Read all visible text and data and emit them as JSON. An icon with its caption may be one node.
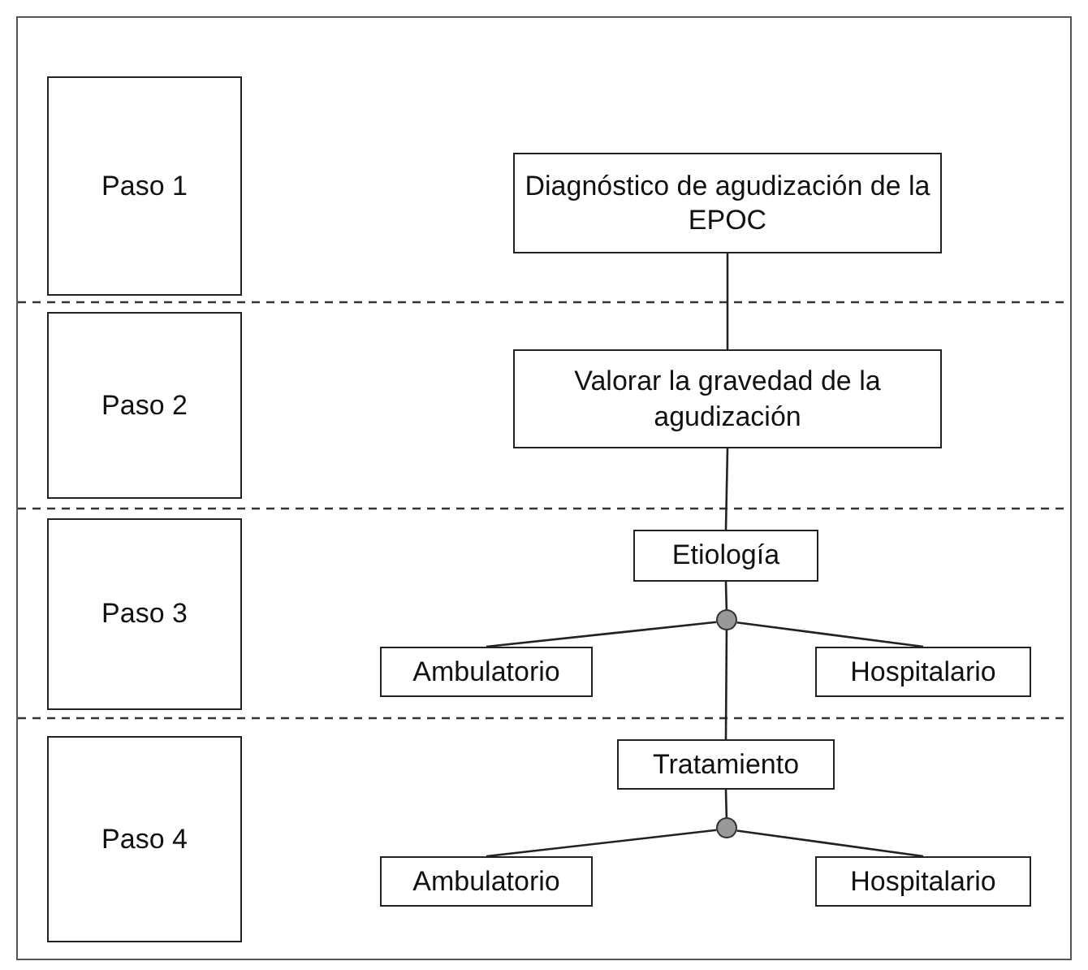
{
  "diagram": {
    "nodes": [
      {
        "text": [
          "Paso 1"
        ]
      },
      {
        "text": [
          "Paso 2"
        ]
      },
      {
        "text": [
          "Paso 3"
        ]
      },
      {
        "text": [
          "Paso 4"
        ]
      },
      {
        "text": [
          "Diagnóstico de agudización de la EPOC"
        ]
      },
      {
        "text": [
          "Valorar la gravedad de la agudización"
        ]
      },
      {
        "text": [
          "Etiología"
        ]
      },
      {
        "text": [],
        "shape": "circle"
      },
      {
        "text": [
          "Ambulatorio"
        ]
      },
      {
        "text": [
          "Hospitalario"
        ]
      },
      {
        "text": [
          "Tratamiento"
        ]
      },
      {
        "text": [],
        "shape": "circle"
      },
      {
        "text": [
          "Ambulatorio"
        ]
      },
      {
        "text": [
          "Hospitalario"
        ]
      }
    ],
    "edges": [
      {
        "from": 4,
        "to": 5,
        "arrow": "none"
      },
      {
        "from": 5,
        "to": 6,
        "arrow": "none"
      },
      {
        "from": 6,
        "to": 7,
        "arrow": "none"
      },
      {
        "from": 7,
        "to": 8,
        "arrow": "none"
      },
      {
        "from": 7,
        "to": 9,
        "arrow": "none"
      },
      {
        "from": 7,
        "to": 10,
        "arrow": "none"
      },
      {
        "from": 10,
        "to": 11,
        "arrow": "none"
      },
      {
        "from": 11,
        "to": 12,
        "arrow": "none"
      },
      {
        "from": 11,
        "to": 13,
        "arrow": "none"
      }
    ]
  }
}
